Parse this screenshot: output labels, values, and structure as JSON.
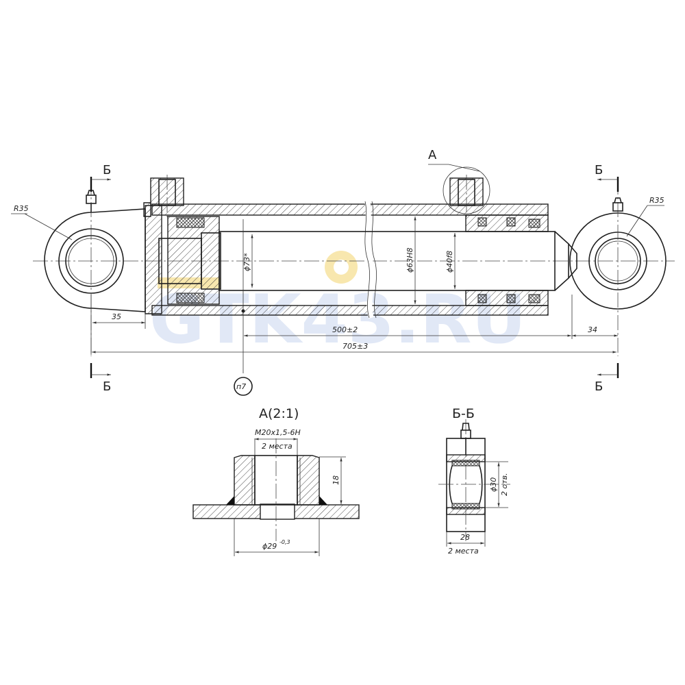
{
  "labels": {
    "radius_left": "R35",
    "radius_right": "R35",
    "dim_35": "35",
    "dim_34": "34",
    "dim_stroke": "500±2",
    "dim_total": "705±3",
    "dia_73": "ϕ73*",
    "dia_63": "ϕ63H8",
    "dia_40": "ϕ40f8",
    "callout_item": "п7",
    "view_a_marker": "А",
    "section_marker": "Б",
    "detail_a_title": "А(2:1)",
    "thread": "M20x1,5-6H",
    "thread_count": "2 места",
    "height_18": "18",
    "dia_29": "ϕ29",
    "tol_29": "-0,3",
    "section_title": "Б-Б",
    "dia_30": "ϕ30",
    "holes": "2 отв.",
    "width_28": "28",
    "places_2": "2 места"
  },
  "watermark": "GTK43.RU",
  "colors": {
    "watermark_blue": "#c9d6ee",
    "watermark_yellow": "#f2d36b",
    "line": "#1f1f1f"
  }
}
